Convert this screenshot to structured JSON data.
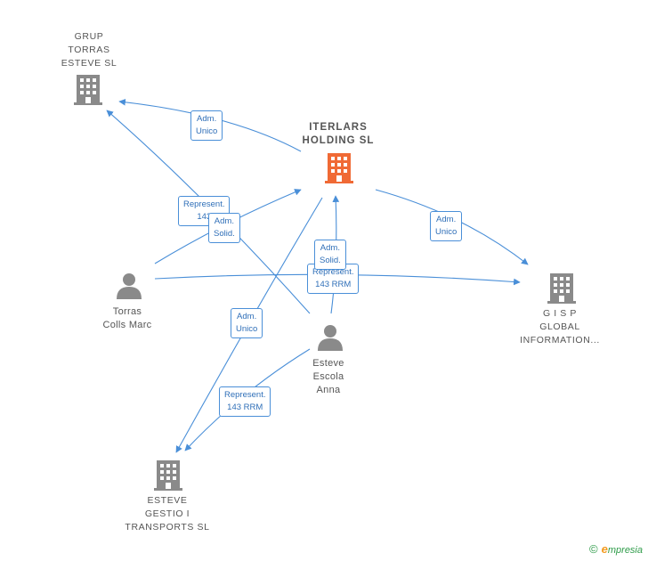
{
  "nodes": {
    "iterlars": {
      "lines": [
        "ITERLARS",
        "HOLDING  SL"
      ],
      "type": "company",
      "highlight": true,
      "color": "#f06a35"
    },
    "grup_torras": {
      "lines": [
        "GRUP",
        "TORRAS",
        "ESTEVE  SL"
      ],
      "type": "company",
      "color": "#8a8a8a"
    },
    "gisp": {
      "lines": [
        "G I S P",
        "GLOBAL",
        "INFORMATION..."
      ],
      "type": "company",
      "color": "#8a8a8a"
    },
    "esteve_gestio": {
      "lines": [
        "ESTEVE",
        "GESTIO I",
        "TRANSPORTS SL"
      ],
      "type": "company",
      "color": "#8a8a8a"
    },
    "torras_colls": {
      "lines": [
        "Torras",
        "Colls Marc"
      ],
      "type": "person",
      "color": "#8a8a8a"
    },
    "esteve_escola": {
      "lines": [
        "Esteve",
        "Escola",
        "Anna"
      ],
      "type": "person",
      "color": "#8a8a8a"
    }
  },
  "relations": {
    "r1": {
      "lines": [
        "Adm.",
        "Unico"
      ]
    },
    "r2": {
      "lines": [
        "Represent.",
        "143"
      ]
    },
    "r3": {
      "lines": [
        "Adm.",
        "Solid."
      ]
    },
    "r4": {
      "lines": [
        "Adm.",
        "Unico"
      ]
    },
    "r5": {
      "lines": [
        "Adm.",
        "Solid."
      ]
    },
    "r6": {
      "lines": [
        "Represent.",
        "143 RRM"
      ]
    },
    "r7": {
      "lines": [
        "Adm.",
        "Unico"
      ]
    },
    "r8": {
      "lines": [
        "Represent.",
        "143 RRM"
      ]
    }
  },
  "footer": {
    "copyright": "©",
    "brand_initial": "e",
    "brand_rest": "mpresia"
  },
  "colors": {
    "edge": "#4a8fd8",
    "label_text": "#2f6fb8"
  }
}
